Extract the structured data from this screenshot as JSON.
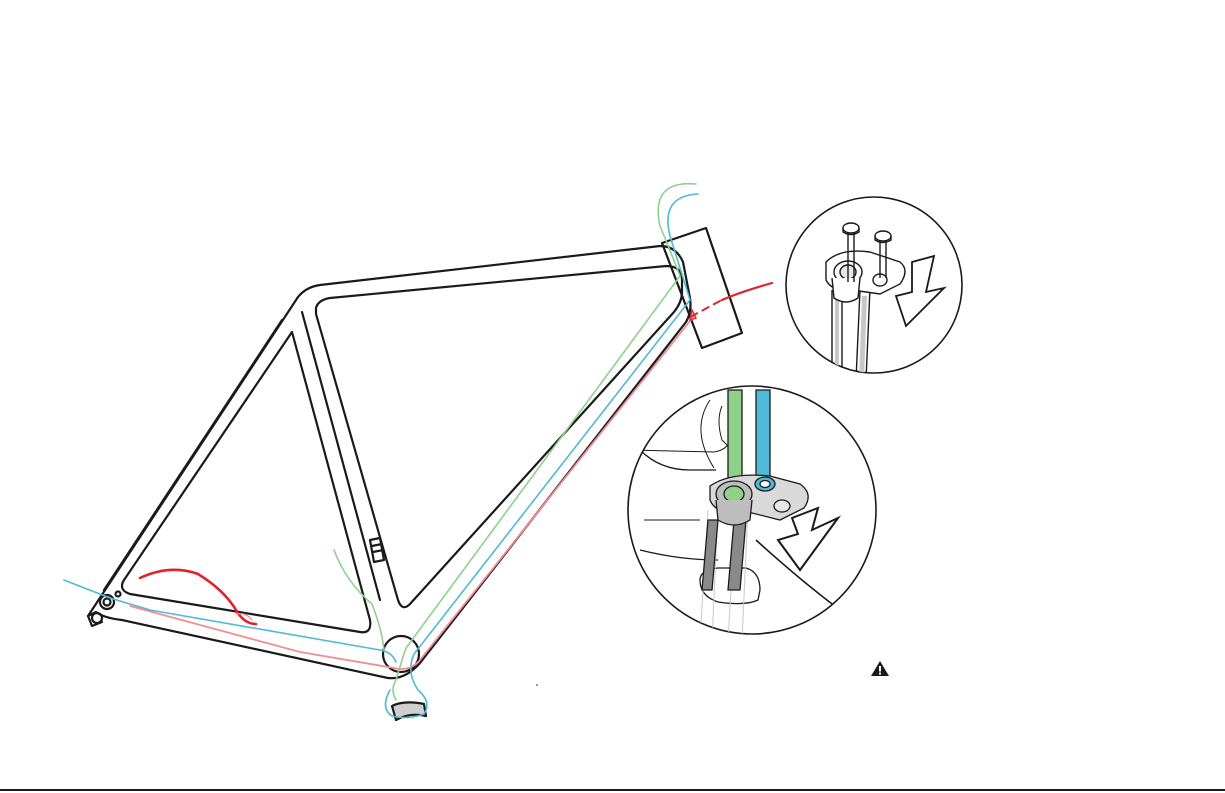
{
  "diagram": {
    "subject": "bicycle-frame-internal-cable-routing",
    "cable_colors": {
      "green": "#8fd18a",
      "blue": "#4fb9d8",
      "red": "#e0222b",
      "pink": "#ef8e94"
    },
    "frame_stroke": "#1a1a1a",
    "callouts": [
      {
        "id": "cable-guide-bolts-detail",
        "icon": "down-arrow-icon"
      },
      {
        "id": "cable-guide-insert-detail",
        "icon": "down-arrow-icon"
      }
    ],
    "warning_icon": "warning-triangle-icon"
  }
}
